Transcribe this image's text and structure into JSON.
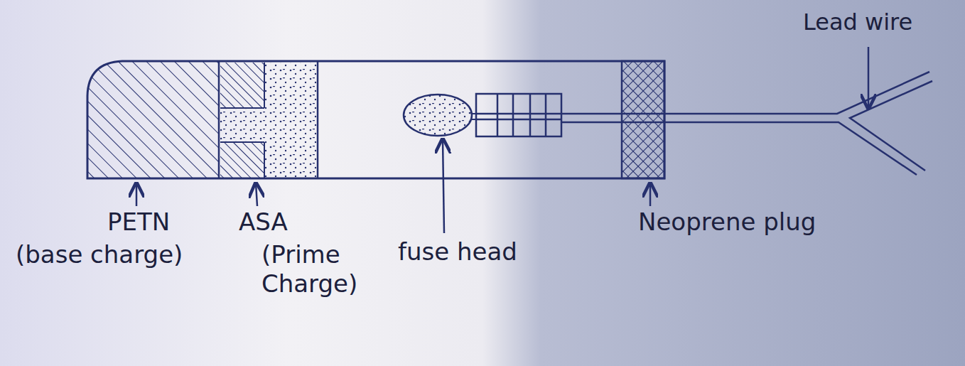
{
  "diagram": {
    "labels": [
      "Lead wire",
      "PETN",
      "(base charge)",
      "ASA",
      "(Prime Charge)",
      "fuse head",
      "Neoprene plug"
    ]
  }
}
